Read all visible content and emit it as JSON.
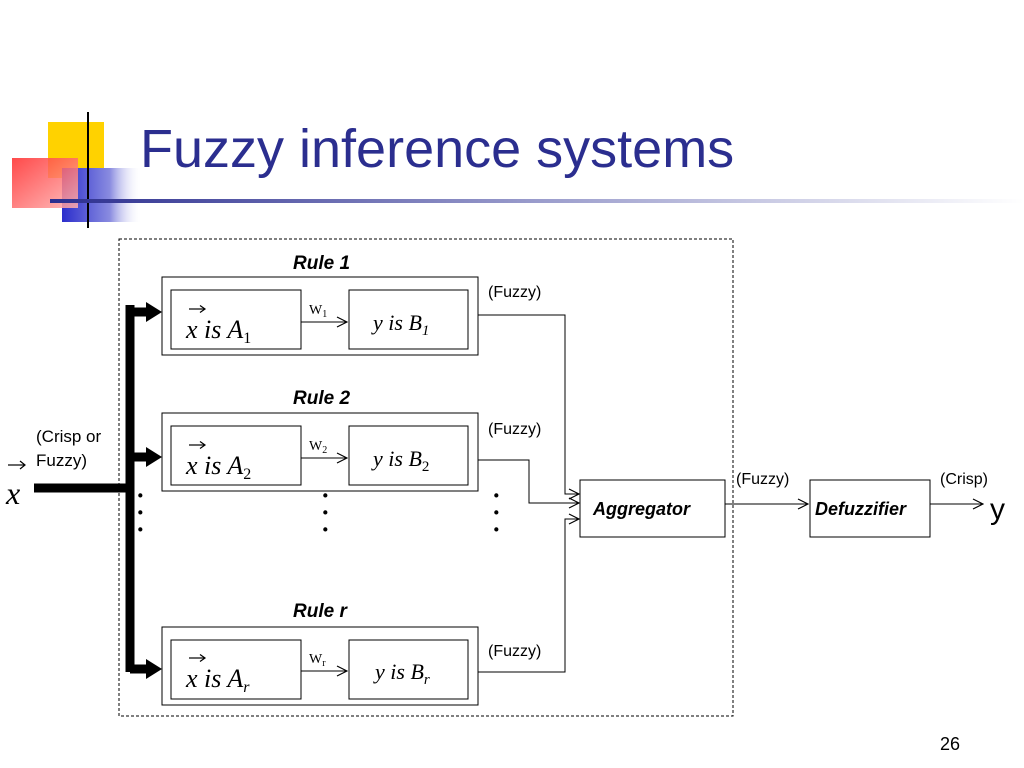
{
  "slide": {
    "title": "Fuzzy inference systems",
    "page_number": "26"
  },
  "input": {
    "label_line1": "(Crisp or",
    "label_line2": "Fuzzy)",
    "symbol": "x"
  },
  "rules": [
    {
      "title": "Rule 1",
      "antecedent": "x is A",
      "antecedent_sub": "1",
      "weight": "W",
      "weight_sub": "1",
      "consequent": "y is B",
      "consequent_sub": "1",
      "output_label": "(Fuzzy)"
    },
    {
      "title": "Rule 2",
      "antecedent": "x is A",
      "antecedent_sub": "2",
      "weight": "W",
      "weight_sub": "2",
      "consequent": "y is B",
      "consequent_sub": "2",
      "output_label": "(Fuzzy)"
    },
    {
      "title": "Rule r",
      "antecedent": "x is A",
      "antecedent_sub": "r",
      "weight": "W",
      "weight_sub": "r",
      "consequent": "y is B",
      "consequent_sub": "r",
      "output_label": "(Fuzzy)"
    }
  ],
  "ellipsis": "·",
  "aggregator": {
    "label": "Aggregator",
    "output_label": "(Fuzzy)"
  },
  "defuzzifier": {
    "label": "Defuzzifier",
    "output_label": "(Crisp)"
  },
  "output": {
    "symbol": "y"
  },
  "colors": {
    "title": "#2b2e8f",
    "deco_yellow": "#ffd200",
    "deco_red": "#ff3333",
    "deco_blue": "#2b2ecc",
    "line": "#000000"
  }
}
